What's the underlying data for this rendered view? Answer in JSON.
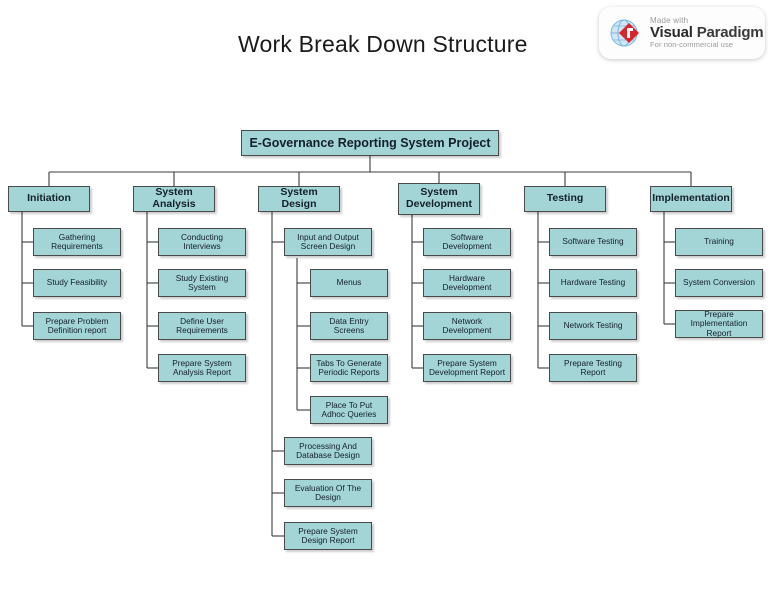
{
  "page_title": "Work Break Down Structure",
  "watermark": {
    "made_with": "Made with",
    "brand_part1": "Visual",
    "brand_part2": "Paradigm",
    "note": "For non-commercial use",
    "logo_icon": "globe-diamond-icon"
  },
  "colors": {
    "node_fill": "#a3d4d6",
    "node_border": "#4a4a4a",
    "connector": "#3d3d3d",
    "title_text": "#1a1a1a",
    "background": "#ffffff"
  },
  "chart_data": {
    "type": "diagram",
    "diagram_kind": "work-breakdown-structure",
    "title": "Work Break Down Structure",
    "root": "E-Governance Reporting System Project",
    "levels": 4,
    "total_nodes": 30,
    "branches": [
      {
        "id": "initiation",
        "label": "Initiation",
        "children": [
          {
            "id": "gathering-requirements",
            "label": "Gathering Requirements"
          },
          {
            "id": "study-feasibility",
            "label": "Study Feasibility"
          },
          {
            "id": "prepare-problem-definition-report",
            "label": "Prepare Problem Definition report"
          }
        ]
      },
      {
        "id": "system-analysis",
        "label": "System Analysis",
        "children": [
          {
            "id": "conducting-interviews",
            "label": "Conducting Interviews"
          },
          {
            "id": "study-existing-system",
            "label": "Study Existing System"
          },
          {
            "id": "define-user-requirements",
            "label": "Define User Requirements"
          },
          {
            "id": "prepare-system-analysis-report",
            "label": "Prepare System Analysis Report"
          }
        ]
      },
      {
        "id": "system-design",
        "label": "System Design",
        "children": [
          {
            "id": "input-and-output-screen-design",
            "label": "Input and Output Screen Design",
            "children": [
              {
                "id": "menus",
                "label": "Menus"
              },
              {
                "id": "data-entry-screens",
                "label": "Data Entry Screens"
              },
              {
                "id": "tabs-to-generate-periodic-reports",
                "label": "Tabs To Generate Periodic Reports"
              },
              {
                "id": "place-to-put-adhoc-queries",
                "label": "Place To Put Adhoc Queries"
              }
            ]
          },
          {
            "id": "processing-and-database-design",
            "label": "Processing And Database Design"
          },
          {
            "id": "evaluation-of-the-design",
            "label": "Evaluation Of The Design"
          },
          {
            "id": "prepare-system-design-report",
            "label": "Prepare System Design Report"
          }
        ]
      },
      {
        "id": "system-development",
        "label": "System Development",
        "children": [
          {
            "id": "software-development",
            "label": "Software Development"
          },
          {
            "id": "hardware-development",
            "label": "Hardware Development"
          },
          {
            "id": "network-development",
            "label": "Network Development"
          },
          {
            "id": "prepare-system-development-report",
            "label": "Prepare System Development Report"
          }
        ]
      },
      {
        "id": "testing",
        "label": "Testing",
        "children": [
          {
            "id": "software-testing",
            "label": "Software Testing"
          },
          {
            "id": "hardware-testing",
            "label": "Hardware Testing"
          },
          {
            "id": "network-testing",
            "label": "Network Testing"
          },
          {
            "id": "prepare-testing-report",
            "label": "Prepare Testing Report"
          }
        ]
      },
      {
        "id": "implementation",
        "label": "Implementation",
        "children": [
          {
            "id": "training",
            "label": "Training"
          },
          {
            "id": "system-conversion",
            "label": "System Conversion"
          },
          {
            "id": "prepare-implementation-report",
            "label": "Prepare Implementation Report"
          }
        ]
      }
    ]
  },
  "nodes": {
    "root": "E-Governance Reporting System Project",
    "initiation": "Initiation",
    "gathering_requirements": "Gathering Requirements",
    "study_feasibility": "Study Feasibility",
    "prepare_problem_definition_report": "Prepare Problem Definition report",
    "system_analysis": "System Analysis",
    "conducting_interviews": "Conducting Interviews",
    "study_existing_system": "Study Existing System",
    "define_user_requirements": "Define User Requirements",
    "prepare_system_analysis_report": "Prepare System Analysis Report",
    "system_design": "System Design",
    "input_and_output_screen_design": "Input and Output Screen Design",
    "menus": "Menus",
    "data_entry_screens": "Data Entry Screens",
    "tabs_to_generate_periodic_reports": "Tabs To Generate Periodic Reports",
    "place_to_put_adhoc_queries": "Place To Put Adhoc Queries",
    "processing_and_database_design": "Processing And Database Design",
    "evaluation_of_the_design": "Evaluation Of The Design",
    "prepare_system_design_report": "Prepare System Design Report",
    "system_development": "System Development",
    "software_development": "Software Development",
    "hardware_development": "Hardware Development",
    "network_development": "Network Development",
    "prepare_system_development_report": "Prepare System Development Report",
    "testing": "Testing",
    "software_testing": "Software Testing",
    "hardware_testing": "Hardware Testing",
    "network_testing": "Network Testing",
    "prepare_testing_report": "Prepare Testing Report",
    "implementation": "Implementation",
    "training": "Training",
    "system_conversion": "System Conversion",
    "prepare_implementation_report": "Prepare Implementation Report"
  }
}
